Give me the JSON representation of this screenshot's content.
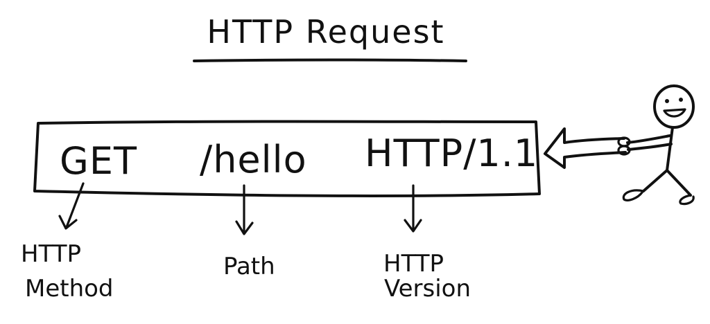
{
  "title": "HTTP Request",
  "request": {
    "method": "GET",
    "path": "/hello",
    "version": "HTTP/1.1"
  },
  "labels": {
    "method_line1": "HTTP",
    "method_line2": "Method",
    "path": "Path",
    "version_line1": "HTTP",
    "version_line2": "Version"
  }
}
